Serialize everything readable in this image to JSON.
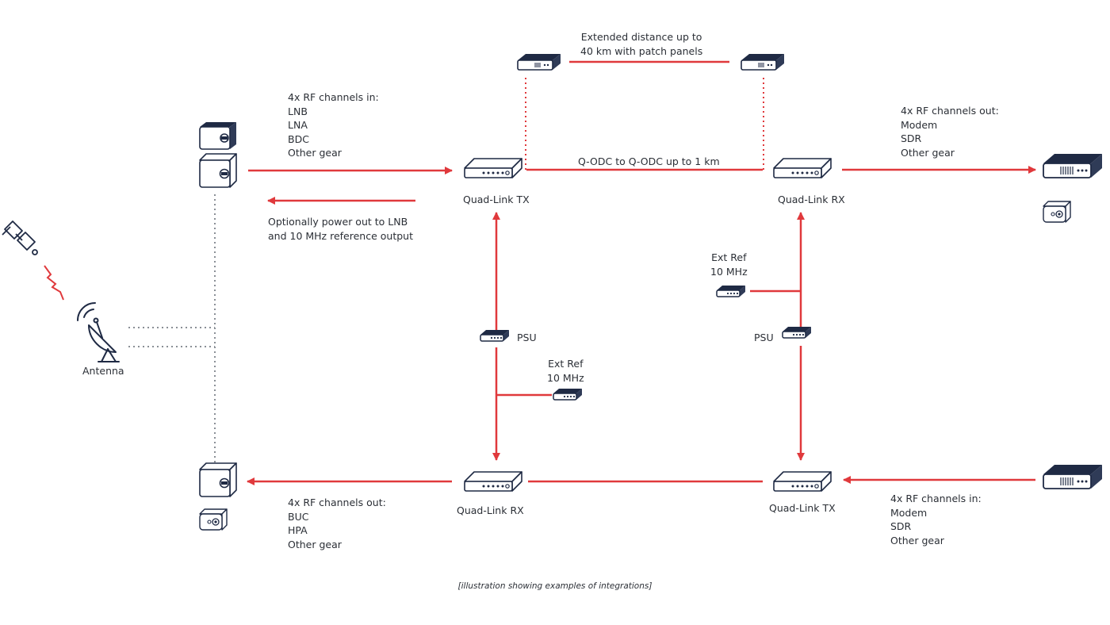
{
  "labels": {
    "extended_distance": [
      "Extended distance up to",
      "40 km with patch panels"
    ],
    "rf_in_top": [
      "4x RF channels in:",
      "LNB",
      "LNA",
      "BDC",
      "Other gear"
    ],
    "rf_out_top": [
      "4x RF channels out:",
      "Modem",
      "SDR",
      "Other gear"
    ],
    "optional_power": [
      "Optionally power out to LNB",
      "and 10 MHz reference output"
    ],
    "qodc_link": "Q-ODC to Q-ODC up to 1 km",
    "quad_link_tx_top": "Quad-Link TX",
    "quad_link_rx_top": "Quad-Link RX",
    "ext_ref_right": [
      "Ext Ref",
      "10 MHz"
    ],
    "ext_ref_left": [
      "Ext Ref",
      "10 MHz"
    ],
    "psu_left": "PSU",
    "psu_right": "PSU",
    "antenna": "Antenna",
    "quad_link_rx_bottom": "Quad-Link RX",
    "quad_link_tx_bottom": "Quad-Link TX",
    "rf_out_bottom": [
      "4x RF channels out:",
      "BUC",
      "HPA",
      "Other gear"
    ],
    "rf_in_bottom": [
      "4x RF channels in:",
      "Modem",
      "SDR",
      "Other gear"
    ]
  },
  "caption": "[illustration showing examples of integrations]",
  "colors": {
    "link_red": "#e0393c",
    "device_navy": "#1f2a44",
    "text": "#2b2f36",
    "dotted_gray": "#8a8f96"
  }
}
